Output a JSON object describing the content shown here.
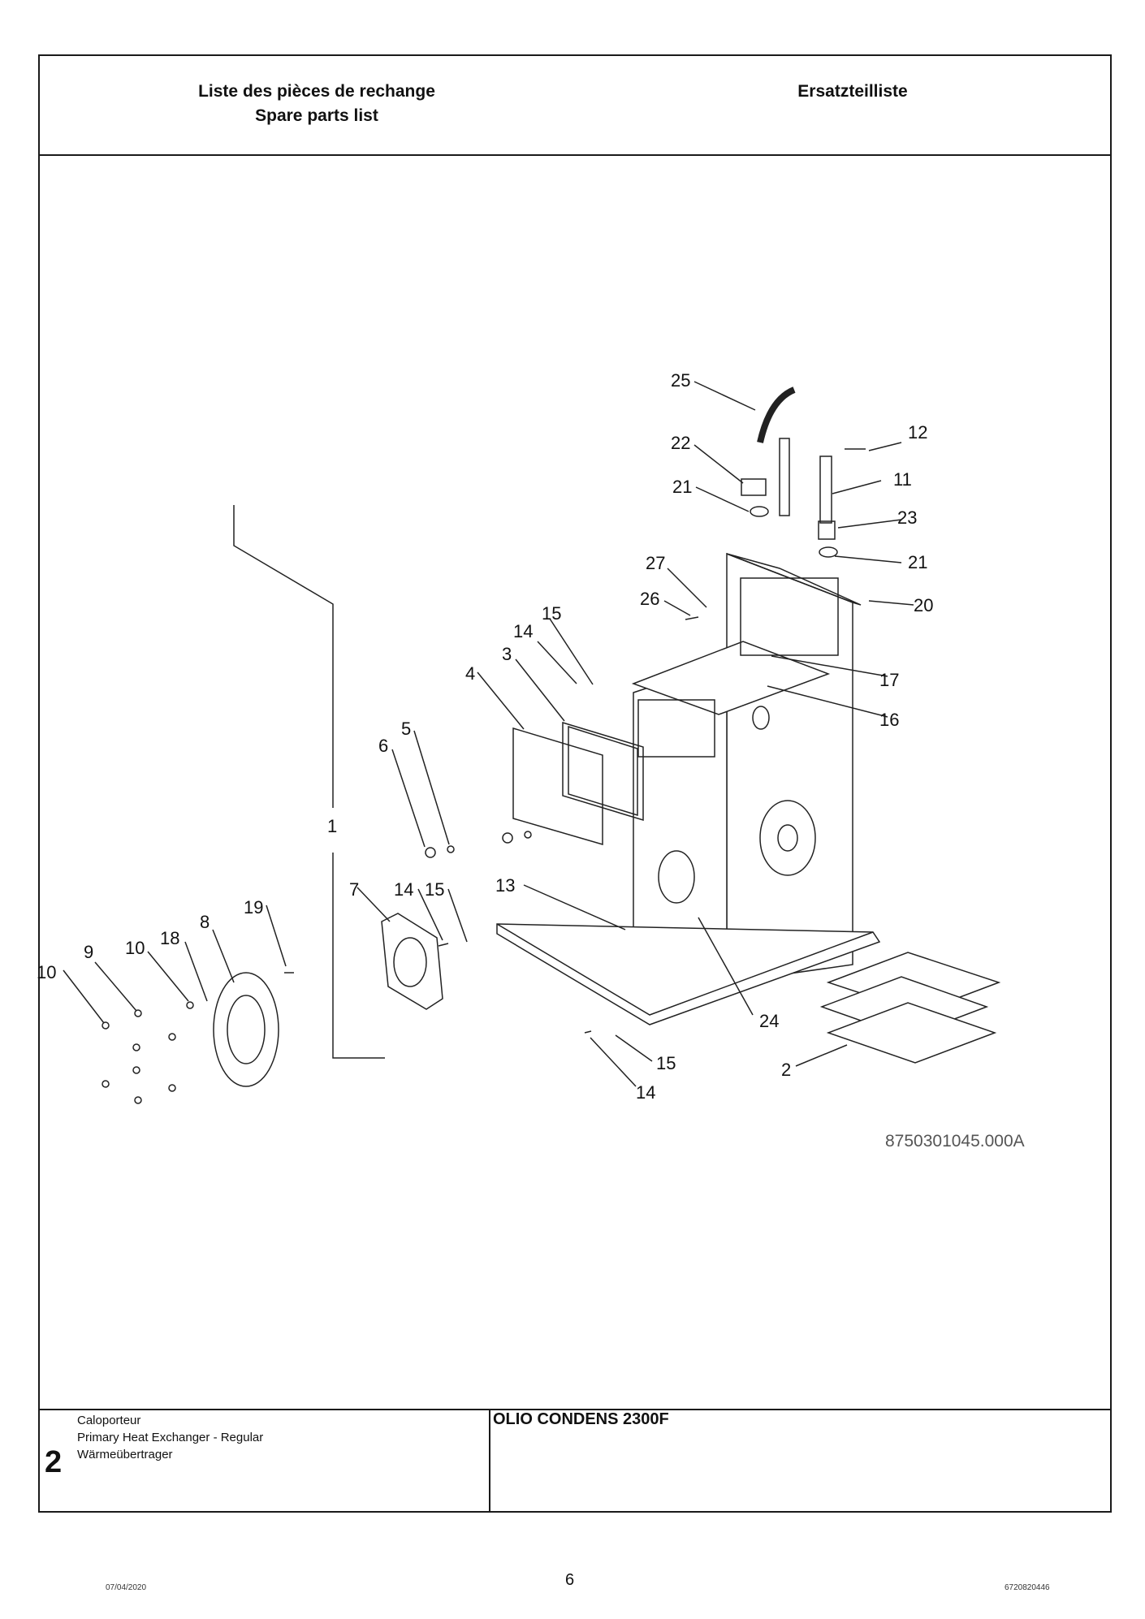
{
  "header": {
    "title_fr": "Liste des pièces de rechange",
    "title_en": "Spare parts list",
    "title_de": "Ersatzteilliste"
  },
  "drawing": {
    "reference": "8750301045.000A",
    "callouts": [
      "25",
      "12",
      "22",
      "11",
      "21",
      "23",
      "21",
      "27",
      "26",
      "20",
      "15",
      "14",
      "3",
      "17",
      "4",
      "16",
      "5",
      "6",
      "1",
      "7",
      "14",
      "15",
      "13",
      "19",
      "8",
      "9",
      "10",
      "18",
      "10",
      "24",
      "15",
      "2",
      "14"
    ]
  },
  "footer": {
    "section_number": "2",
    "desc_fr": "Caloporteur",
    "desc_en": "Primary Heat Exchanger - Regular",
    "desc_de": "Wärmeübertrager",
    "model": "OLIO CONDENS 2300F"
  },
  "page": {
    "date": "07/04/2020",
    "number": "6",
    "doc_id": "6720820446"
  }
}
